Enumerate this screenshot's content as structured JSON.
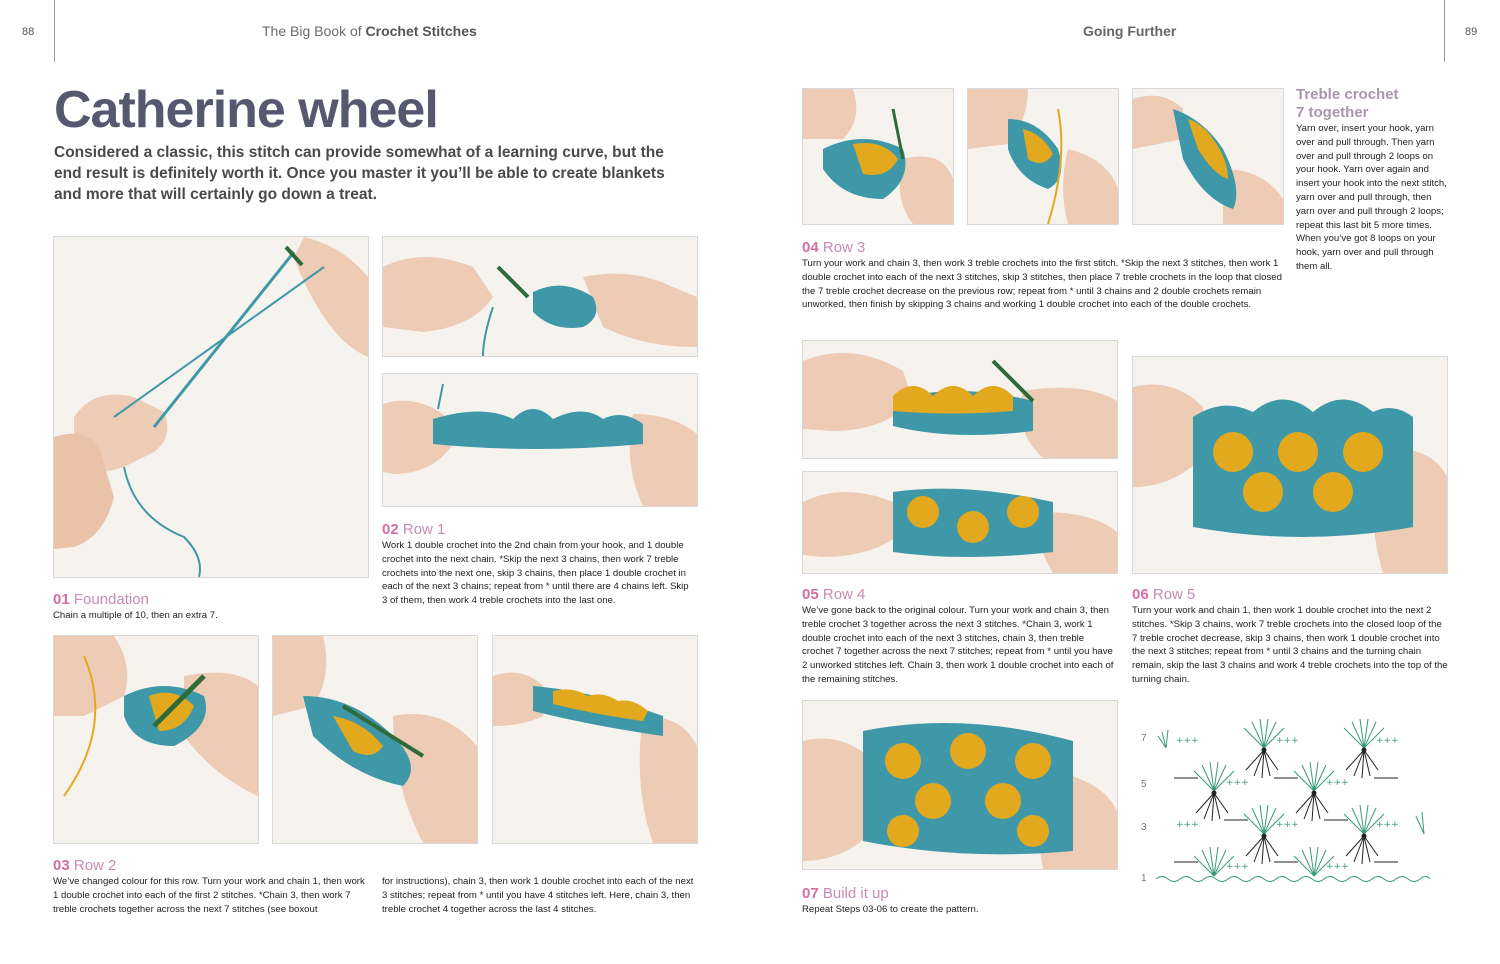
{
  "header": {
    "left_page_number": "88",
    "right_page_number": "89",
    "book_title_prefix": "The Big Book of ",
    "book_title_bold": "Crochet Stitches",
    "section": "Going Further"
  },
  "title": "Catherine wheel",
  "intro": "Considered a classic, this stitch can provide somewhat of a learning curve, but the end result is definitely worth it. Once you master it you’ll be able to create blankets and more that will certainly go down a treat.",
  "steps": [
    {
      "num": "01",
      "title": "Foundation",
      "text": "Chain a multiple of 10, then an extra 7."
    },
    {
      "num": "02",
      "title": "Row 1",
      "text": "Work 1 double crochet into the 2nd chain from your hook, and 1 double crochet into the next chain. *Skip the next 3 chains, then work 7 treble crochets into the next one, skip 3 chains, then place 1 double crochet in each of the next 3 chains; repeat from * until there are 4 chains left. Skip 3 of them, then work 4 treble crochets into the last one."
    },
    {
      "num": "03",
      "title": "Row 2",
      "text_col1": "We’ve changed colour for this row. Turn your work and chain 1, then work 1 double crochet into each of the first 2 stitches. *Chain 3, then work 7 treble crochets together across the next 7 stitches (see boxout",
      "text_col2": "for instructions), chain 3, then work 1 double crochet into each of the next 3 stitches; repeat from * until you have 4 stitches left. Here, chain 3, then treble crochet 4 together across the last 4 stitches."
    },
    {
      "num": "04",
      "title": "Row 3",
      "text": "Turn your work and chain 3, then work 3 treble crochets into the first stitch. *Skip the next 3 stitches, then work 1 double crochet into each of the next 3 stitches, skip 3 stitches, then place 7 treble crochets in the loop that closed the 7 treble crochet decrease on the previous row; repeat from * until 3 chains and 2 double crochets remain unworked, then finish by skipping 3 chains and working 1 double crochet into each of the double crochets."
    },
    {
      "num": "05",
      "title": "Row 4",
      "text": "We’ve gone back to the original colour. Turn your work and chain 3, then treble crochet 3 together across the next 3 stitches. *Chain 3, work 1 double crochet into each of the next 3 stitches, chain 3, then treble crochet 7 together across the next 7 stitches; repeat from * until you have 2 unworked stitches left. Chain 3, then work 1 double crochet into each of the remaining stitches."
    },
    {
      "num": "06",
      "title": "Row 5",
      "text": "Turn your work and chain 1, then work 1 double crochet into the next 2 stitches. *Skip 3 chains, work 7 treble crochets into the closed loop of the 7 treble crochet decrease, skip 3 chains, then work 1 double crochet into the next 3 stitches; repeat from * until 3 chains and the turning chain remain, skip the last 3 chains and work 4 treble crochets into the top of the turning chain."
    },
    {
      "num": "07",
      "title": "Build it up",
      "text": "Repeat Steps 03-06 to create the pattern."
    }
  ],
  "boxout": {
    "title_line1": "Treble crochet",
    "title_line2": "7 together",
    "text": "Yarn over, insert your hook, yarn over and pull through. Then yarn over and pull through 2 loops on your hook. Yarn over again and insert your hook into the next stitch, yarn over and pull through, then yarn over and pull through 2 loops; repeat this last bit 5 more times. When you’ve got 8 loops on your hook, yarn over and pull through them all."
  },
  "diagram": {
    "row_labels": [
      "7",
      "5",
      "3",
      "1"
    ],
    "colors": {
      "green": "#3a9a78",
      "black": "#222222"
    }
  },
  "colors": {
    "teal_yarn": "#3f98a8",
    "yellow_yarn": "#e2a91f",
    "accent_pink": "#d46fa4",
    "title_slate": "#55586e"
  }
}
